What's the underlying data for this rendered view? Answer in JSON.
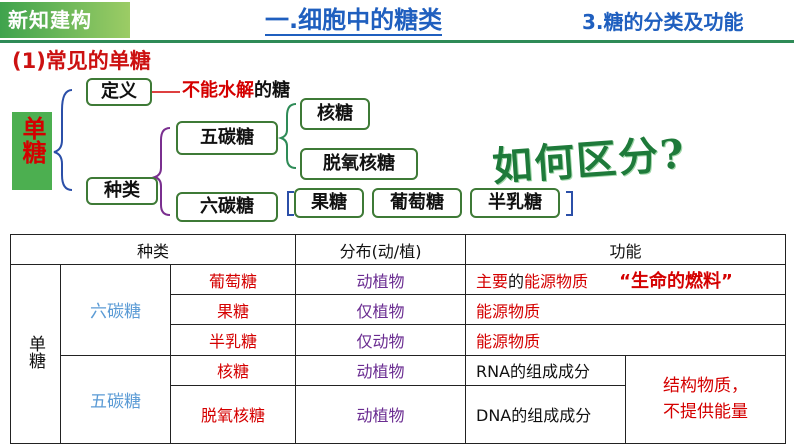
{
  "header": {
    "tag": "新知建构",
    "title": "一.细胞中的糖类",
    "subtitle": "3.糖的分类及功能"
  },
  "section": {
    "heading": "(1)常见的单糖"
  },
  "diagram": {
    "root": "单糖",
    "definition_label": "定义",
    "definition_red": "不能水解",
    "definition_black": "的糖",
    "kinds_label": "种类",
    "pentose": "五碳糖",
    "pentose_children": [
      "核糖",
      "脱氧核糖"
    ],
    "hexose": "六碳糖",
    "hexose_children": [
      "果糖",
      "葡萄糖",
      "半乳糖"
    ],
    "question": "如何区分?"
  },
  "table": {
    "headers": [
      "种类",
      "分布(动/植)",
      "功能"
    ],
    "group": "单糖",
    "hexose_label": "六碳糖",
    "pentose_label": "五碳糖",
    "rows": [
      {
        "name": "葡萄糖",
        "distribution": "动植物",
        "function_red": "主要",
        "function_black": "的",
        "function_red2": "能源物质",
        "note": "“生命的燃料”"
      },
      {
        "name": "果糖",
        "distribution": "仅植物",
        "function_red": "能源物质"
      },
      {
        "name": "半乳糖",
        "distribution": "仅动物",
        "function_red": "能源物质"
      },
      {
        "name": "核糖",
        "distribution": "动植物",
        "function_black": "RNA的组成成分"
      },
      {
        "name": "脱氧核糖",
        "distribution": "动植物",
        "function_black": "DNA的组成成分"
      }
    ],
    "pentose_shared_function": [
      "结构物质，",
      "不提供能量"
    ]
  },
  "colors": {
    "accent": "#1f5fbf",
    "red": "#d40000",
    "green": "#4caf50",
    "purple": "#6a2c91"
  }
}
